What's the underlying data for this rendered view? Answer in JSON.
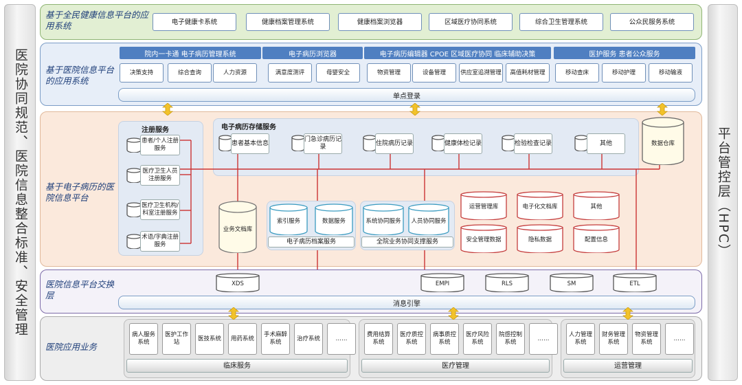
{
  "left_title": "医院协同规范、医院信息整合标准、安全管理",
  "right_title": "平台管控层（HPC）",
  "layer1": {
    "label": "基于全民健康信息平台的应用系统",
    "items": [
      "电子健康卡系统",
      "健康档案管理系统",
      "健康档案浏览器",
      "区域医疗协同系统",
      "综合卫生管理系统",
      "公众民服务系统"
    ]
  },
  "layer2": {
    "label": "基于医院信息平台的应用系统",
    "headers": [
      "院内一卡通 电子病历管理系统",
      "电子病历浏览器",
      "电子病历编辑器 CPOE 区域医疗协同 临床辅助决策",
      "医护服务 患者公众服务"
    ],
    "items": [
      "决策支持",
      "综合查询",
      "人力资源",
      "满意度测评",
      "母婴安全",
      "物资管理",
      "设备管理",
      "供应室追溯管理",
      "高值耗材管理",
      "移动查床",
      "移动护理",
      "移动输液"
    ],
    "sso": "单点登录"
  },
  "layer3": {
    "label": "基于电子病历的医院信息平台",
    "reg_title": "注册服务",
    "reg_items": [
      "患者/个人注册服务",
      "医疗卫生人员注册服务",
      "医疗卫生机构/科室注册服务",
      "术语/字典注册服务"
    ],
    "emr_title": "电子病历存储服务",
    "emr_items": [
      "患者基本信息",
      "门急诊病历记录",
      "住院病历记录",
      "健康体检记录",
      "检验检查记录",
      "其他"
    ],
    "warehouse": "数据仓库",
    "biz_doc": "业务文档库",
    "mpi_items": [
      "索引服务",
      "数据服务"
    ],
    "mpi_title": "电子病历档案服务",
    "collab_items": [
      "系统协同服务",
      "人员协同服务"
    ],
    "collab_title": "全院业务协同支撑服务",
    "red_items": [
      "运营管理库",
      "电子化文档库",
      "其他",
      "安全管理数据",
      "隐私数据",
      "配置信息"
    ]
  },
  "layer4": {
    "label": "医院信息平台交换层",
    "nodes": [
      "XDS",
      "EMPI",
      "RLS",
      "SM",
      "ETL"
    ],
    "bus": "消息引擎"
  },
  "layer5": {
    "label": "医院应用业务",
    "clinical": [
      "病人服务系统",
      "医护工作站",
      "医技系统",
      "用药系统",
      "手术麻醉系统",
      "治疗系统",
      "……"
    ],
    "clinical_title": "临床服务",
    "medical": [
      "费用结算系统",
      "医疗质控系统",
      "病事质控系统",
      "医疗风险系统",
      "院感控制系统",
      "……"
    ],
    "medical_title": "医疗管理",
    "ops": [
      "人力管理系统",
      "财务管理系统",
      "物资管理系统",
      "……"
    ],
    "ops_title": "运营管理"
  },
  "colors": {
    "green": "#e2efd3",
    "blue": "#e7eef8",
    "peach": "#fbe9dc",
    "purple_border": "#7d6ba8",
    "red": "#c43c3c"
  }
}
